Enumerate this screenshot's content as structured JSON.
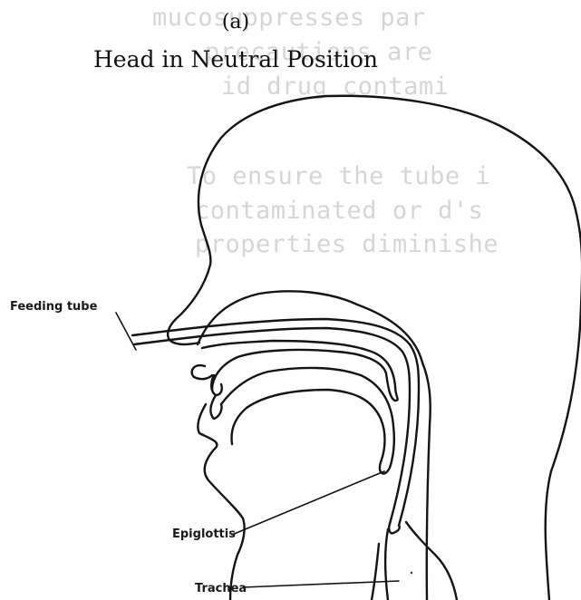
{
  "figure": {
    "label": "(a)",
    "title": "Head in Neutral Position"
  },
  "callouts": {
    "feeding_tube": "Feeding tube",
    "epiglottis": "Epiglottis",
    "trachea": "Trachea"
  },
  "background_text": {
    "line1": "mucosuppresses par",
    "line2": "precautions are",
    "line3": "id drug contami",
    "line4": "To ensure the tube i",
    "line5": "contaminated or d's",
    "line6": "properties diminishe"
  }
}
